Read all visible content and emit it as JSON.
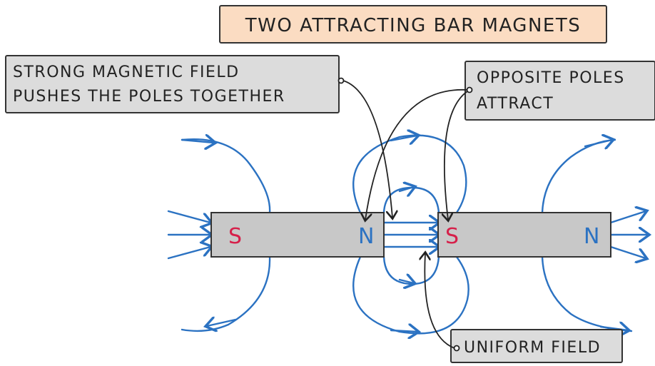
{
  "title": "TWO ATTRACTING BAR MAGNETS",
  "labels": {
    "strong_field_line1": "STRONG MAGNETIC FIELD",
    "strong_field_line2": "PUSHES THE POLES TOGETHER",
    "opposite_line1": "OPPOSITE POLES",
    "opposite_line2": "ATTRACT",
    "uniform": "UNIFORM FIELD"
  },
  "magnets": {
    "left": {
      "pole_left": "S",
      "pole_right": "N"
    },
    "right": {
      "pole_left": "S",
      "pole_right": "N"
    }
  },
  "colors": {
    "field_line": "#2b72c2",
    "south_pole": "#d6204a",
    "north_pole": "#2b72c2",
    "magnet_fill": "#c8c8c8",
    "title_fill": "#fbdcc2",
    "label_fill": "#dcdcdc"
  }
}
